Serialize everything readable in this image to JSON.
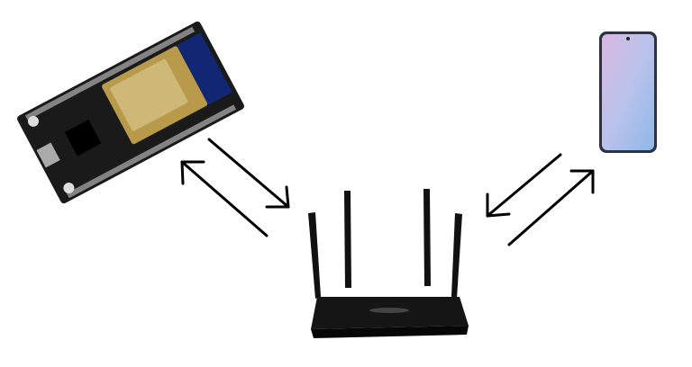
{
  "diagram": {
    "nodes": [
      {
        "id": "esp32",
        "icon": "esp32-board-icon"
      },
      {
        "id": "router",
        "icon": "wifi-router-icon"
      },
      {
        "id": "phone",
        "icon": "smartphone-icon"
      }
    ],
    "edges": [
      {
        "from": "esp32",
        "to": "router"
      },
      {
        "from": "router",
        "to": "esp32"
      },
      {
        "from": "phone",
        "to": "router"
      },
      {
        "from": "router",
        "to": "phone"
      }
    ],
    "colors": {
      "background": "#ffffff",
      "arrow": "#000000",
      "board": "#1a1a1a",
      "module": "#b89a4a",
      "router": "#151515",
      "phone_screen": "#c9b7e6"
    }
  }
}
